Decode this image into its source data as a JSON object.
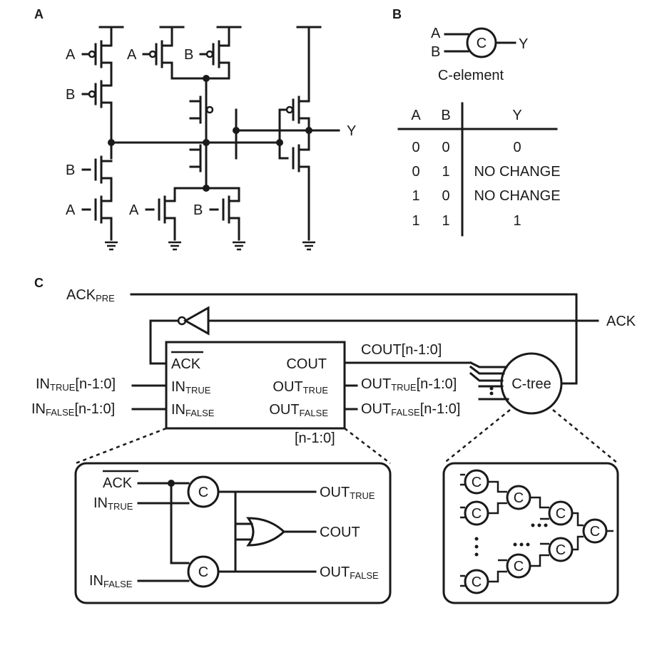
{
  "panels": {
    "a": "A",
    "b": "B",
    "c": "C"
  },
  "panel_a": {
    "in_a": "A",
    "in_b": "B",
    "out_y": "Y"
  },
  "panel_b": {
    "gate_letter": "C",
    "in_a": "A",
    "in_b": "B",
    "out_y": "Y",
    "caption": "C-element",
    "truth_table": {
      "headers": [
        "A",
        "B",
        "Y"
      ],
      "rows": [
        [
          "0",
          "0",
          "0"
        ],
        [
          "0",
          "1",
          "NO CHANGE"
        ],
        [
          "1",
          "0",
          "NO CHANGE"
        ],
        [
          "1",
          "1",
          "1"
        ]
      ]
    }
  },
  "panel_c": {
    "ack_pre": {
      "main": "ACK",
      "sub": "PRE"
    },
    "ack": "ACK",
    "block": {
      "ack_bar": "ACK",
      "cout": "COUT",
      "in_true": {
        "main": "IN",
        "sub": "TRUE"
      },
      "out_true": {
        "main": "OUT",
        "sub": "TRUE"
      },
      "in_false": {
        "main": "IN",
        "sub": "FALSE"
      },
      "out_false": {
        "main": "OUT",
        "sub": "FALSE"
      },
      "range": "[n-1:0]"
    },
    "in_true_bus": {
      "main": "IN",
      "sub": "TRUE",
      "suffix": "[n-1:0]"
    },
    "in_false_bus": {
      "main": "IN",
      "sub": "FALSE",
      "suffix": "[n-1:0]"
    },
    "cout_bus": "COUT[n-1:0]",
    "out_true_bus": {
      "main": "OUT",
      "sub": "TRUE",
      "suffix": "[n-1:0]"
    },
    "out_false_bus": {
      "main": "OUT",
      "sub": "FALSE",
      "suffix": "[n-1:0]"
    },
    "c_tree": "C-tree",
    "detail_left": {
      "ack_bar": "ACK",
      "in_true": {
        "main": "IN",
        "sub": "TRUE"
      },
      "in_false": {
        "main": "IN",
        "sub": "FALSE"
      },
      "out_true": {
        "main": "OUT",
        "sub": "TRUE"
      },
      "out_false": {
        "main": "OUT",
        "sub": "FALSE"
      },
      "cout": "COUT",
      "gate_letter": "C"
    },
    "detail_right": {
      "gate_letter": "C"
    }
  }
}
